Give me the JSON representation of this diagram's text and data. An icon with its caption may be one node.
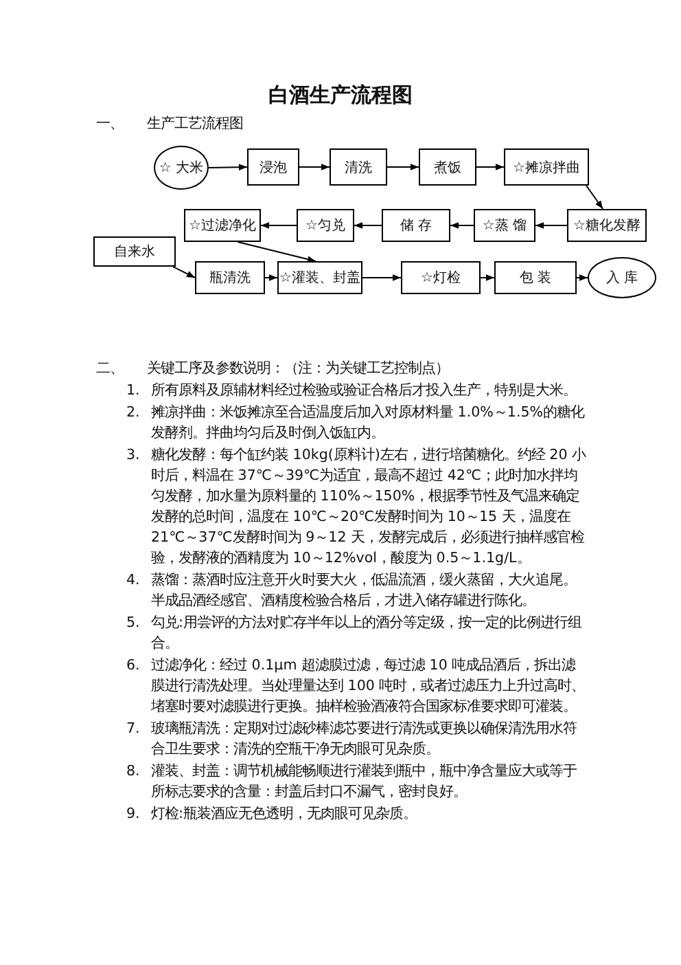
{
  "diagram": {
    "title": "白酒生产流程图",
    "nodes": [
      {
        "text": [
          "☆ 大米"
        ]
      },
      {
        "text": [
          "浸泡"
        ]
      },
      {
        "text": [
          "清洗"
        ]
      },
      {
        "text": [
          "煮饭"
        ]
      },
      {
        "text": [
          "☆摊凉拌曲"
        ]
      },
      {
        "text": [
          "☆过滤净化"
        ]
      },
      {
        "text": [
          "☆匀兑"
        ]
      },
      {
        "text": [
          "储 存"
        ]
      },
      {
        "text": [
          "☆蒸 馏"
        ]
      },
      {
        "text": [
          "☆糖化发酵"
        ]
      },
      {
        "text": [
          "自来水"
        ]
      },
      {
        "text": [
          "瓶清洗"
        ]
      },
      {
        "text": [
          "☆灌装、封盖"
        ]
      },
      {
        "text": [
          "☆灯检"
        ]
      },
      {
        "text": [
          "包 装"
        ]
      },
      {
        "text": [
          "入 库"
        ]
      }
    ],
    "edges": [
      {
        "from": 0,
        "to": 1,
        "arrow": "to"
      },
      {
        "from": 1,
        "to": 2,
        "arrow": "to"
      },
      {
        "from": 2,
        "to": 3,
        "arrow": "to"
      },
      {
        "from": 3,
        "to": 4,
        "arrow": "to"
      },
      {
        "from": 4,
        "to": 9,
        "arrow": "to"
      },
      {
        "from": 9,
        "to": 8,
        "arrow": "to"
      },
      {
        "from": 8,
        "to": 7,
        "arrow": "to"
      },
      {
        "from": 7,
        "to": 6,
        "arrow": "to"
      },
      {
        "from": 6,
        "to": 5,
        "arrow": "to"
      },
      {
        "from": 5,
        "to": 12,
        "arrow": "to"
      },
      {
        "from": 10,
        "to": 11,
        "arrow": "to"
      },
      {
        "from": 11,
        "to": 12,
        "arrow": "to"
      },
      {
        "from": 12,
        "to": 13,
        "arrow": "to"
      },
      {
        "from": 13,
        "to": 14,
        "arrow": "to"
      },
      {
        "from": 14,
        "to": 15,
        "arrow": "to"
      }
    ],
    "labels": [
      "一、",
      "生产工艺流程图",
      "二、",
      "关键工序及参数说明：（注：为关键工艺控制点）",
      "1.",
      "所有原料及原辅材料经过检验或验证合格后才投入生产，特别是大米。",
      "2.",
      "摊凉拌曲：米饭摊凉至合适温度后加入对原材料量 1.0%～1.5%的糖化发酵剂。拌曲均匀后及时倒入饭缸内。",
      "3.",
      "糖化发酵：每个缸约装 10kg(原料计)左右，进行培菌糖化。约经 20 小时后，料温在 37℃～39℃为适宜，最高不超过 42℃；此时加水拌均匀发酵，加水量为原料量的 110%～150%，根据季节性及气温来确定发酵的总时间，温度在 10℃～20℃发酵时间为 10～15 天，温度在 21℃～37℃发酵时间为 9～12 天，发酵完成后，必须进行抽样感官检验，发酵液的酒精度为 10～12%vol，酸度为 0.5～1.1g/L。",
      "4.",
      "蒸馏：蒸酒时应注意开火时要大火，低温流酒，缓火蒸留，大火追尾。半成品酒经感官、酒精度检验合格后，才进入储存罐进行陈化。",
      "5.",
      "勾兑:用尝评的方法对贮存半年以上的酒分等定级，按一定的比例进行组合。",
      "6.",
      "过滤净化：经过 0.1μm 超滤膜过滤，每过滤 10 吨成品酒后，拆出滤膜进行清洗处理。当处理量达到 100 吨时，或者过滤压力上升过高时、堵塞时要对滤膜进行更换。抽样检验酒液符合国家标准要求即可灌装。",
      "7.",
      "玻璃瓶清洗：定期对过滤砂棒滤芯要进行清洗或更换以确保清洗用水符合卫生要求：清洗的空瓶干净无肉眼可见杂质。",
      "8.",
      "灌装、封盖：调节机械能畅顺进行灌装到瓶中，瓶中净含量应大或等于所标志要求的含量：封盖后封口不漏气，密封良好。",
      "9.",
      "灯检:瓶装酒应无色透明，无肉眼可见杂质。"
    ]
  }
}
